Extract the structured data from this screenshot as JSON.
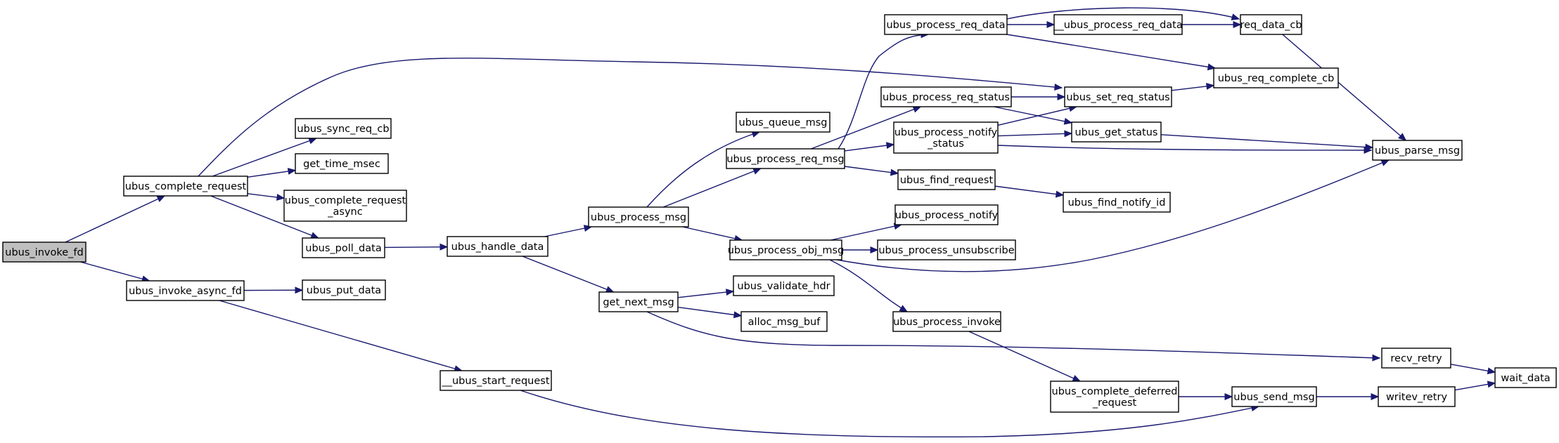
{
  "graph": {
    "colors": {
      "edge": "#191970",
      "node_border": "#000000",
      "root_fill": "#bfbfbf",
      "node_fill": "#ffffff"
    },
    "nodes": {
      "ubus_invoke_fd": {
        "lines": [
          "ubus_invoke_fd"
        ],
        "root": true
      },
      "ubus_complete_request": {
        "lines": [
          "ubus_complete_request"
        ]
      },
      "ubus_invoke_async_fd": {
        "lines": [
          "ubus_invoke_async_fd"
        ]
      },
      "ubus_sync_req_cb": {
        "lines": [
          "ubus_sync_req_cb"
        ]
      },
      "get_time_msec": {
        "lines": [
          "get_time_msec"
        ]
      },
      "ubus_complete_request_async": {
        "lines": [
          "ubus_complete_request",
          "_async"
        ]
      },
      "ubus_poll_data": {
        "lines": [
          "ubus_poll_data"
        ]
      },
      "ubus_put_data": {
        "lines": [
          "ubus_put_data"
        ]
      },
      "__ubus_start_request": {
        "lines": [
          "__ubus_start_request"
        ]
      },
      "ubus_handle_data": {
        "lines": [
          "ubus_handle_data"
        ]
      },
      "ubus_process_msg": {
        "lines": [
          "ubus_process_msg"
        ]
      },
      "get_next_msg": {
        "lines": [
          "get_next_msg"
        ]
      },
      "ubus_queue_msg": {
        "lines": [
          "ubus_queue_msg"
        ]
      },
      "ubus_process_req_msg": {
        "lines": [
          "ubus_process_req_msg"
        ]
      },
      "ubus_process_obj_msg": {
        "lines": [
          "ubus_process_obj_msg"
        ]
      },
      "ubus_validate_hdr": {
        "lines": [
          "ubus_validate_hdr"
        ]
      },
      "alloc_msg_buf": {
        "lines": [
          "alloc_msg_buf"
        ]
      },
      "ubus_process_req_data": {
        "lines": [
          "ubus_process_req_data"
        ]
      },
      "ubus_process_req_status": {
        "lines": [
          "ubus_process_req_status"
        ]
      },
      "ubus_process_notify_status": {
        "lines": [
          "ubus_process_notify",
          "_status"
        ]
      },
      "ubus_find_request": {
        "lines": [
          "ubus_find_request"
        ]
      },
      "ubus_process_notify": {
        "lines": [
          "ubus_process_notify"
        ]
      },
      "ubus_process_unsubscribe": {
        "lines": [
          "ubus_process_unsubscribe"
        ]
      },
      "ubus_process_invoke": {
        "lines": [
          "ubus_process_invoke"
        ]
      },
      "ubus_complete_deferred_request": {
        "lines": [
          "ubus_complete_deferred",
          "_request"
        ]
      },
      "__ubus_process_req_data": {
        "lines": [
          "__ubus_process_req_data"
        ]
      },
      "ubus_set_req_status": {
        "lines": [
          "ubus_set_req_status"
        ]
      },
      "ubus_get_status": {
        "lines": [
          "ubus_get_status"
        ]
      },
      "ubus_find_notify_id": {
        "lines": [
          "ubus_find_notify_id"
        ]
      },
      "ubus_send_msg": {
        "lines": [
          "ubus_send_msg"
        ]
      },
      "req_data_cb": {
        "lines": [
          "req_data_cb"
        ]
      },
      "ubus_req_complete_cb": {
        "lines": [
          "ubus_req_complete_cb"
        ]
      },
      "ubus_parse_msg": {
        "lines": [
          "ubus_parse_msg"
        ]
      },
      "recv_retry": {
        "lines": [
          "recv_retry"
        ]
      },
      "writev_retry": {
        "lines": [
          "writev_retry"
        ]
      },
      "wait_data": {
        "lines": [
          "wait_data"
        ]
      }
    },
    "edges": [
      [
        "ubus_invoke_fd",
        "ubus_complete_request"
      ],
      [
        "ubus_invoke_fd",
        "ubus_invoke_async_fd"
      ],
      [
        "ubus_complete_request",
        "ubus_sync_req_cb"
      ],
      [
        "ubus_complete_request",
        "get_time_msec"
      ],
      [
        "ubus_complete_request",
        "ubus_complete_request_async"
      ],
      [
        "ubus_complete_request",
        "ubus_poll_data"
      ],
      [
        "ubus_complete_request",
        "ubus_set_req_status"
      ],
      [
        "ubus_invoke_async_fd",
        "ubus_put_data"
      ],
      [
        "ubus_invoke_async_fd",
        "__ubus_start_request"
      ],
      [
        "ubus_poll_data",
        "ubus_handle_data"
      ],
      [
        "ubus_handle_data",
        "ubus_process_msg"
      ],
      [
        "ubus_handle_data",
        "get_next_msg"
      ],
      [
        "ubus_process_msg",
        "ubus_queue_msg"
      ],
      [
        "ubus_process_msg",
        "ubus_process_req_msg"
      ],
      [
        "ubus_process_msg",
        "ubus_process_obj_msg"
      ],
      [
        "get_next_msg",
        "ubus_validate_hdr"
      ],
      [
        "get_next_msg",
        "alloc_msg_buf"
      ],
      [
        "get_next_msg",
        "recv_retry"
      ],
      [
        "__ubus_start_request",
        "ubus_send_msg"
      ],
      [
        "ubus_process_req_msg",
        "ubus_process_req_data"
      ],
      [
        "ubus_process_req_msg",
        "ubus_process_req_status"
      ],
      [
        "ubus_process_req_msg",
        "ubus_process_notify_status"
      ],
      [
        "ubus_process_req_msg",
        "ubus_find_request"
      ],
      [
        "ubus_process_obj_msg",
        "ubus_process_notify"
      ],
      [
        "ubus_process_obj_msg",
        "ubus_process_unsubscribe"
      ],
      [
        "ubus_process_obj_msg",
        "ubus_process_invoke"
      ],
      [
        "ubus_process_obj_msg",
        "ubus_parse_msg"
      ],
      [
        "ubus_process_req_data",
        "__ubus_process_req_data"
      ],
      [
        "ubus_process_req_data",
        "req_data_cb"
      ],
      [
        "ubus_process_req_data",
        "ubus_req_complete_cb"
      ],
      [
        "__ubus_process_req_data",
        "req_data_cb"
      ],
      [
        "ubus_process_req_status",
        "ubus_set_req_status"
      ],
      [
        "ubus_process_req_status",
        "ubus_get_status"
      ],
      [
        "ubus_process_notify_status",
        "ubus_set_req_status"
      ],
      [
        "ubus_process_notify_status",
        "ubus_get_status"
      ],
      [
        "ubus_process_notify_status",
        "ubus_parse_msg"
      ],
      [
        "ubus_find_request",
        "ubus_find_notify_id"
      ],
      [
        "ubus_process_invoke",
        "ubus_complete_deferred_request"
      ],
      [
        "ubus_complete_deferred_request",
        "ubus_send_msg"
      ],
      [
        "ubus_set_req_status",
        "ubus_req_complete_cb"
      ],
      [
        "ubus_get_status",
        "ubus_parse_msg"
      ],
      [
        "req_data_cb",
        "ubus_parse_msg"
      ],
      [
        "ubus_send_msg",
        "writev_retry"
      ],
      [
        "recv_retry",
        "wait_data"
      ],
      [
        "writev_retry",
        "wait_data"
      ]
    ]
  }
}
